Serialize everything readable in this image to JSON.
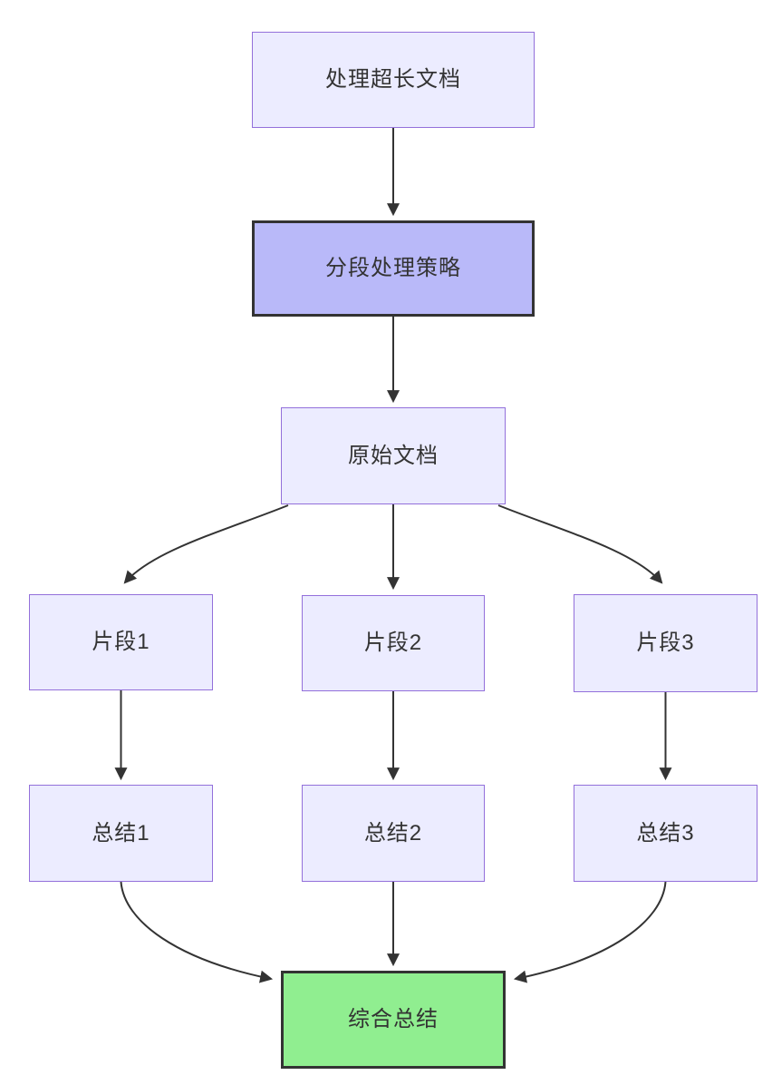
{
  "diagram": {
    "type": "flowchart",
    "direction": "top-down",
    "nodes": [
      {
        "id": "start",
        "label": "处理超长文档",
        "style": "default"
      },
      {
        "id": "strategy",
        "label": "分段处理策略",
        "style": "highlight-purple"
      },
      {
        "id": "doc",
        "label": "原始文档",
        "style": "default"
      },
      {
        "id": "seg1",
        "label": "片段1",
        "style": "default"
      },
      {
        "id": "seg2",
        "label": "片段2",
        "style": "default"
      },
      {
        "id": "seg3",
        "label": "片段3",
        "style": "default"
      },
      {
        "id": "sum1",
        "label": "总结1",
        "style": "default"
      },
      {
        "id": "sum2",
        "label": "总结2",
        "style": "default"
      },
      {
        "id": "sum3",
        "label": "总结3",
        "style": "default"
      },
      {
        "id": "final",
        "label": "综合总结",
        "style": "highlight-green"
      }
    ],
    "edges": [
      {
        "from": "start",
        "to": "strategy"
      },
      {
        "from": "strategy",
        "to": "doc"
      },
      {
        "from": "doc",
        "to": "seg1"
      },
      {
        "from": "doc",
        "to": "seg2"
      },
      {
        "from": "doc",
        "to": "seg3"
      },
      {
        "from": "seg1",
        "to": "sum1"
      },
      {
        "from": "seg2",
        "to": "sum2"
      },
      {
        "from": "seg3",
        "to": "sum3"
      },
      {
        "from": "sum1",
        "to": "final"
      },
      {
        "from": "sum2",
        "to": "final"
      },
      {
        "from": "sum3",
        "to": "final"
      }
    ],
    "colors": {
      "node_fill": "#ECECFF",
      "node_border": "#9370DB",
      "strategy_fill": "#b9b9f9",
      "final_fill": "#90EE90",
      "emphasis_border": "#333333",
      "edge": "#333333",
      "text": "#333333",
      "background": "#ffffff"
    }
  }
}
